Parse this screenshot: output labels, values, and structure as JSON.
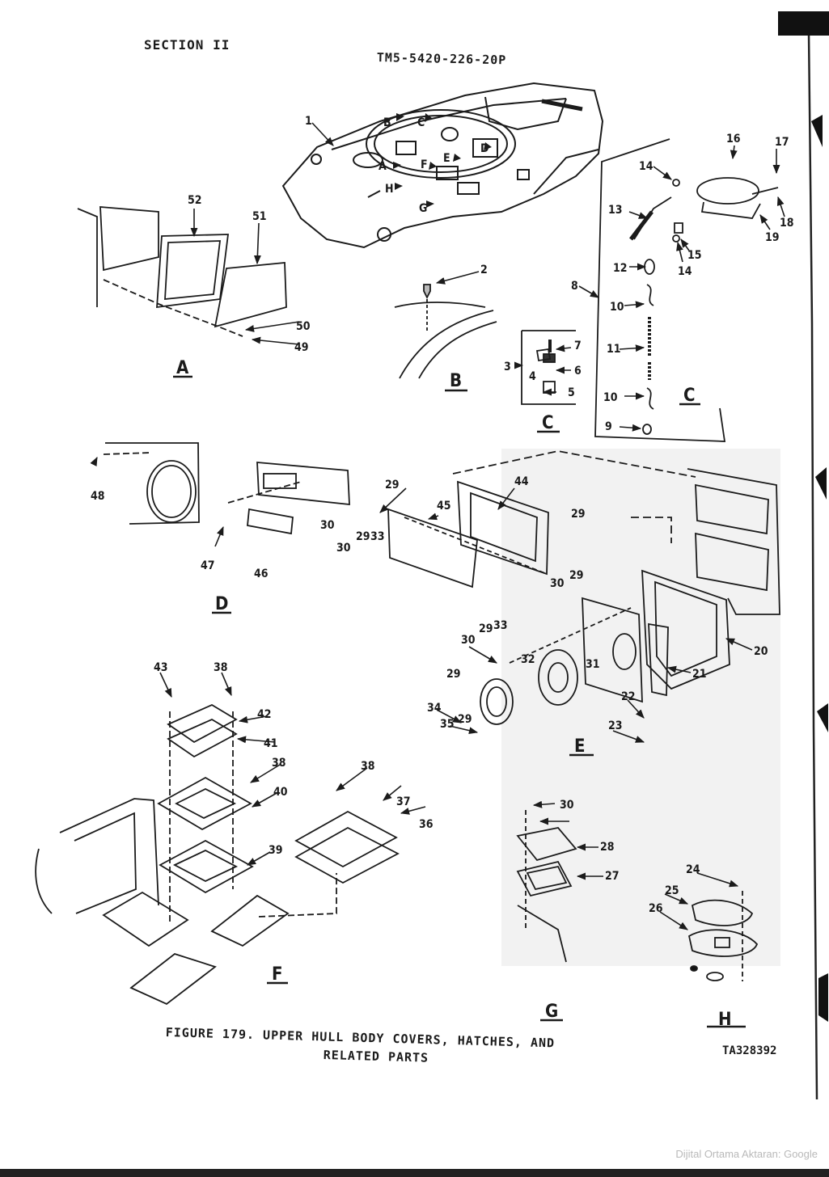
{
  "header": {
    "section": "SECTION II",
    "tm_number": "TM5-5420-226-20P"
  },
  "caption": {
    "line1": "FIGURE 179.  UPPER HULL BODY COVERS, HATCHES, AND",
    "line2": "RELATED PARTS"
  },
  "ta_number": "TA328392",
  "footer": {
    "scan_credit": "Dijital Ortama Aktaran: Google"
  },
  "hull_view_labels": [
    "A",
    "B",
    "C",
    "D",
    "E",
    "F",
    "G",
    "H"
  ],
  "view_labels": {
    "A": "A",
    "B": "B",
    "C1": "C",
    "C2": "C",
    "D": "D",
    "E": "E",
    "F": "F",
    "G": "G",
    "H": "H"
  },
  "callouts": {
    "c1": "1",
    "c2": "2",
    "c3": "3",
    "c4": "4",
    "c5": "5",
    "c6": "6",
    "c7": "7",
    "c8": "8",
    "c9": "9",
    "c10a": "10",
    "c10b": "10",
    "c11": "11",
    "c12": "12",
    "c13": "13",
    "c14a": "14",
    "c14b": "14",
    "c15": "15",
    "c16": "16",
    "c17": "17",
    "c18": "18",
    "c19": "19",
    "c20": "20",
    "c21": "21",
    "c22": "22",
    "c23": "23",
    "c24": "24",
    "c25": "25",
    "c26": "26",
    "c27": "27",
    "c28": "28",
    "c29a": "29",
    "c29b": "29",
    "c29c": "29",
    "c29d": "29",
    "c29e": "29",
    "c29f": "29",
    "c29g": "29",
    "c30a": "30",
    "c30b": "30",
    "c30c": "30",
    "c30d": "30",
    "c30e": "30",
    "c31": "31",
    "c32": "32",
    "c33a": "33",
    "c33b": "33",
    "c34": "34",
    "c35": "35",
    "c36": "36",
    "c37": "37",
    "c38a": "38",
    "c38b": "38",
    "c38c": "38",
    "c39": "39",
    "c40": "40",
    "c41": "41",
    "c42": "42",
    "c43": "43",
    "c44": "44",
    "c45": "45",
    "c46": "46",
    "c47": "47",
    "c48": "48",
    "c49": "49",
    "c50": "50",
    "c51": "51",
    "c52": "52"
  }
}
